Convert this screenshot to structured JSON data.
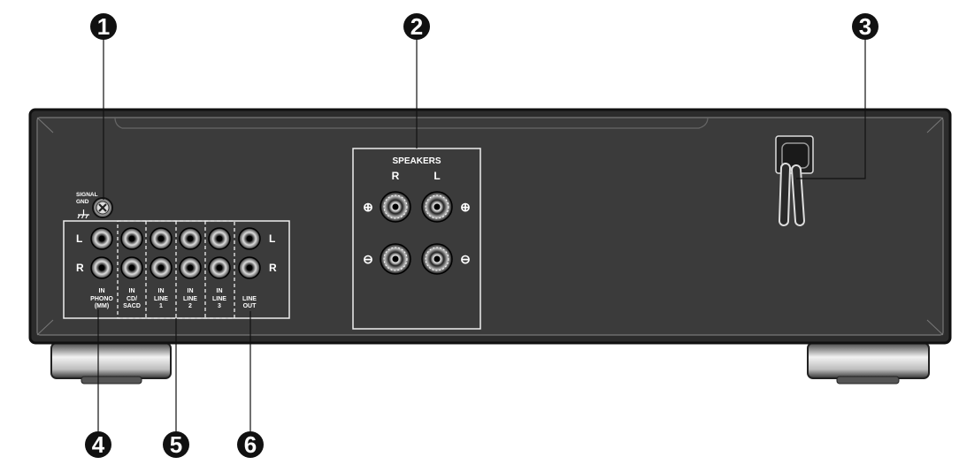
{
  "callouts": [
    "1",
    "2",
    "3",
    "4",
    "5",
    "6"
  ],
  "signal_gnd": [
    "SIGNAL",
    "GND"
  ],
  "speakers": {
    "title": "SPEAKERS",
    "ch_r": "R",
    "ch_l": "L",
    "plus_glyph": "⊕",
    "minus_glyph": "⊖"
  },
  "inputs": {
    "ch_l": "L",
    "ch_r": "R",
    "in_label": "IN",
    "phono": [
      "PHONO",
      "(MM)"
    ],
    "cd": [
      "CD/",
      "SACD"
    ],
    "line1": [
      "LINE",
      "1"
    ],
    "line2": [
      "LINE",
      "2"
    ],
    "line3": [
      "LINE",
      "3"
    ],
    "lineout": [
      "LINE",
      "OUT"
    ]
  }
}
